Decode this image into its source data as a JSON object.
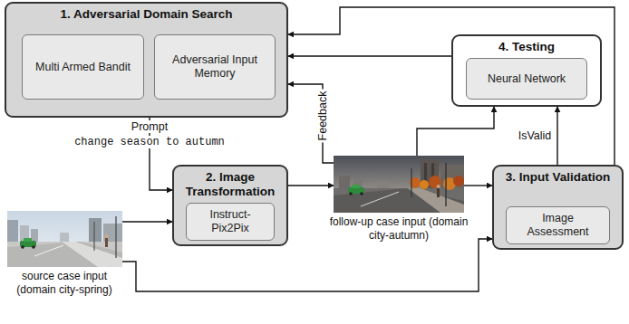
{
  "diagram": {
    "nodes": [
      {
        "text": [
          "1. Adversarial Domain Search"
        ]
      },
      {
        "text": [
          "Multi Armed Bandit"
        ],
        "in": 0
      },
      {
        "text": [
          "Adversarial Input Memory"
        ],
        "in": 0
      },
      {
        "text": [
          "4. Testing"
        ]
      },
      {
        "text": [
          "Neural Network"
        ],
        "in": 3
      },
      {
        "text": [
          "source case input (domain city-spring)"
        ]
      },
      {
        "text": [
          "2. Image Transformation"
        ]
      },
      {
        "text": [
          "Instruct-Pix2Pix"
        ],
        "in": 6
      },
      {
        "text": [
          "follow-up case input (domain city-autumn)"
        ]
      },
      {
        "text": [
          "3. Input Validation"
        ]
      },
      {
        "text": [
          "Image Assessment"
        ],
        "in": 9
      }
    ],
    "edges": [
      {
        "from": 0,
        "to": 6,
        "arrow": "to",
        "label": "Prompt"
      },
      {
        "from": 5,
        "to": 6,
        "arrow": "to"
      },
      {
        "from": 5,
        "to": 9,
        "arrow": "to"
      },
      {
        "from": 6,
        "to": 8,
        "arrow": "to"
      },
      {
        "from": 8,
        "to": 9,
        "arrow": "to"
      },
      {
        "from": 8,
        "to": 3,
        "arrow": "to"
      },
      {
        "from": 9,
        "to": 3,
        "arrow": "to",
        "label": "IsValid"
      },
      {
        "from": 8,
        "to": 0,
        "arrow": "to",
        "label": "Feedback"
      },
      {
        "from": 3,
        "to": 0,
        "arrow": "to"
      },
      {
        "from": 9,
        "to": 0,
        "arrow": "to"
      }
    ],
    "labels": [
      "change season to autumn"
    ]
  }
}
